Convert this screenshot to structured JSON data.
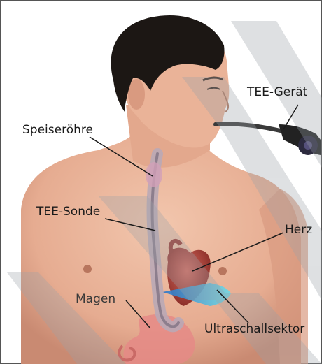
{
  "labels": {
    "tee_device": "TEE-Gerät",
    "esophagus": "Speiseröhre",
    "tee_probe": "TEE-Sonde",
    "heart": "Herz",
    "stomach": "Magen",
    "ultrasound_sector": "Ultraschallsektor"
  },
  "colors": {
    "skin": "#e9b39a",
    "skin_shadow": "#c98a72",
    "hair": "#1c1714",
    "probe": "#b9a9b6",
    "heart": "#b5473f",
    "ultrasound": "#3fb6e8",
    "stomach": "#e58a86",
    "watermark": "#9aa1a8"
  }
}
